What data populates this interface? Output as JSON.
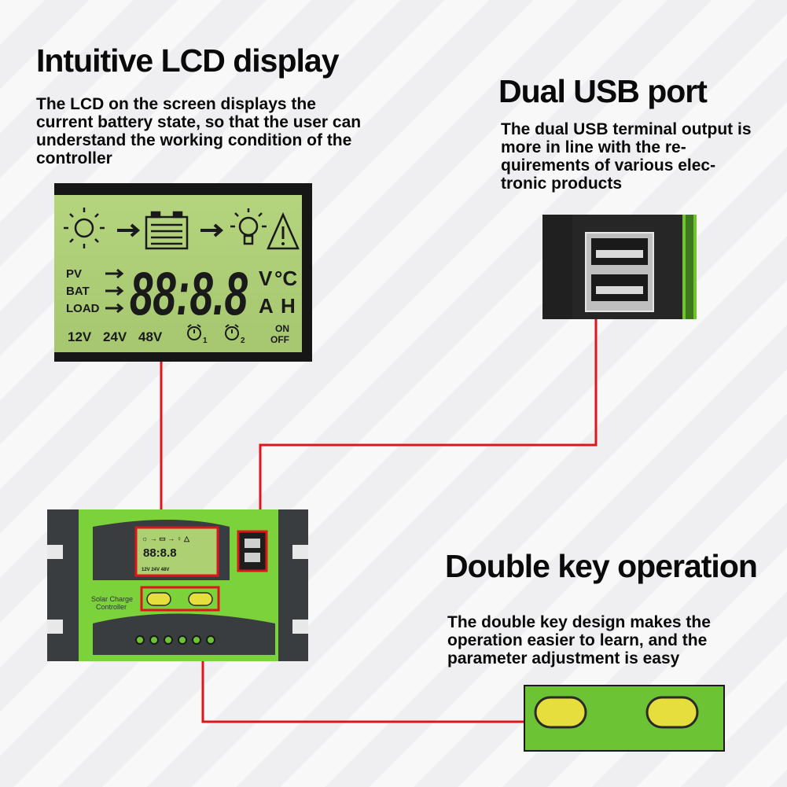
{
  "features": {
    "lcd": {
      "title": "Intuitive LCD display",
      "description": "The LCD on the screen displays the current battery state, so that the user can understand the working condition of the controller"
    },
    "usb": {
      "title": "Dual USB port",
      "description": "The dual USB terminal output is more in line with the re-quirements of various elec-tronic products"
    },
    "keys": {
      "title": "Double key operation",
      "description": "The double key design makes the operation easier to learn, and the parameter adjustment is easy"
    }
  },
  "lcd_screen": {
    "pv": "PV",
    "bat": "BAT",
    "load": "LOAD",
    "digits": "88:8.8",
    "unit_v": "V",
    "unit_c": "°C",
    "unit_a": "A",
    "unit_h": "H",
    "v12": "12V",
    "v24": "24V",
    "v48": "48V",
    "timer1": "1",
    "timer2": "2",
    "on": "ON",
    "off": "OFF"
  },
  "controller": {
    "label_line1": "Solar Charge",
    "label_line2": "Controller"
  },
  "colors": {
    "accent_green": "#7bd23a",
    "lcd_green": "#acd072",
    "highlight_red": "#e0141c",
    "key_yellow": "#e6de3c"
  }
}
